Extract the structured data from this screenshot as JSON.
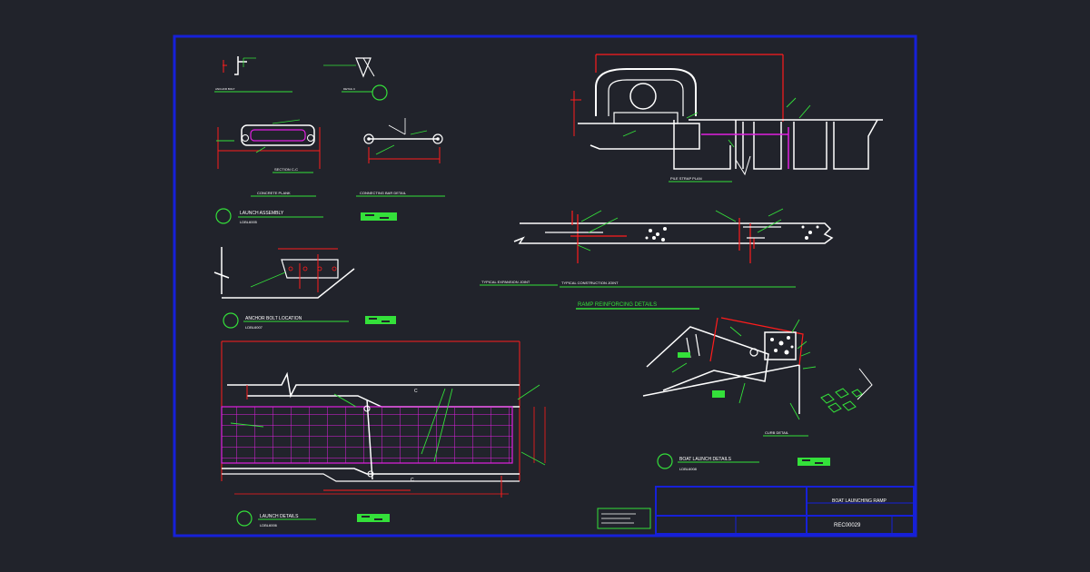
{
  "colors": {
    "background": "#21232b",
    "frame": "#1620d8",
    "outline": "#ffffff",
    "dimension": "#ff1c1c",
    "leader": "#34e03a",
    "reinforcement": "#e020e0"
  },
  "titles": {
    "concrete_plank": "CONCRETE PLANK",
    "connecting_bar": "CONNECTING BAR DETAIL",
    "launch_assembly": "LAUNCH ASSEMBLY",
    "launch_assembly_code": "LDBL6005",
    "anchor_bolt_location": "ANCHOR BOLT LOCATION",
    "anchor_bolt_location_code": "LDBL6007",
    "launch_details": "LAUNCH DETAILS",
    "launch_details_code": "LDBL6006",
    "pile_strap_plan": "PILE STRAP PLAN",
    "typical_expansion_joint": "TYPICAL EXPANSION JOINT",
    "typical_construction_joint": "TYPICAL CONSTRUCTION JOINT",
    "ramp_reinforcing": "RAMP REINFORCING DETAILS",
    "curb_detail": "CURB DETAIL",
    "boat_launch_details": "BOAT LAUNCH DETAILS",
    "boat_launch_details_code": "LDBL6008",
    "section_cc": "SECTION C-C",
    "anchor_bolt": "ANCHOR BOLT",
    "detail_c": "DETAIL C"
  },
  "title_block": {
    "project": "BOAT LAUNCHING RAMP",
    "drawing_number": "REC00029"
  },
  "callouts": {
    "c": "C"
  }
}
